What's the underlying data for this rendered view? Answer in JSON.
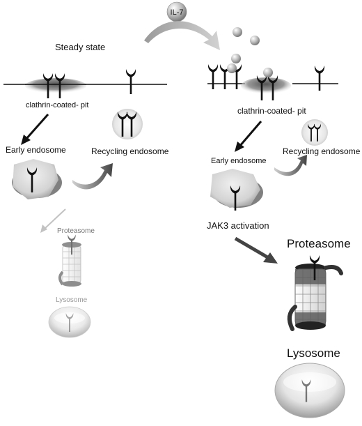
{
  "ligand": {
    "label": "IL-7"
  },
  "left_panel": {
    "title": "Steady state",
    "pit_label": "clathrin-coated- pit",
    "early_endosome_label": "Early endosome",
    "recycling_endosome_label": "Recycling endosome",
    "proteasome_label": "Proteasome",
    "lysosome_label": "Lysosome"
  },
  "right_panel": {
    "pit_label": "clathrin-coated- pit",
    "early_endosome_label": "Early endosome",
    "recycling_endosome_label": "Recycling endosome",
    "jak3_label": "JAK3 activation",
    "proteasome_label": "Proteasome",
    "lysosome_label": "Lysosome"
  },
  "colors": {
    "receptor": "#111111",
    "membrane": "#111111",
    "ligand_sphere": "#b5b5b5",
    "endosome_fill": "#dcdcdc",
    "arrow_dark": "#111111",
    "arrow_grey": "#b5b5b5"
  }
}
